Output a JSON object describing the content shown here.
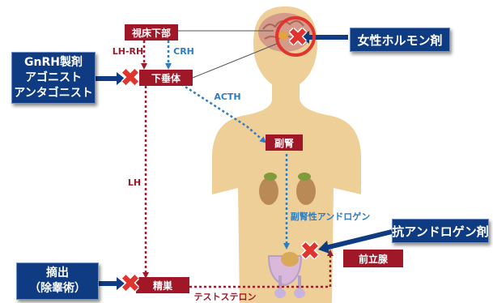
{
  "organs": {
    "hypothalamus": "視床下部",
    "pituitary": "下垂体",
    "adrenal": "副腎",
    "testis": "精巣",
    "prostate": "前立腺"
  },
  "hormones": {
    "lhrh": "LH-RH",
    "crh": "CRH",
    "acth": "ACTH",
    "lh": "LH",
    "adrenal_androgen": "副腎性アンドロゲン",
    "testosterone": "テストステロン"
  },
  "treatments": {
    "female_hormone": "女性ホルモン剤",
    "gnrh_lines": [
      "GnRH製剤",
      "アゴニスト",
      "アンタゴニスト"
    ],
    "antiandrogen": "抗アンドロゲン剤",
    "orchiectomy_lines": [
      "摘出",
      "（除睾術）"
    ]
  },
  "colors": {
    "organ_label": "#a01828",
    "drug_label": "#0f3b82",
    "block_mark": "#e0342f",
    "arrow_red": "#9e1b2c",
    "arrow_blue": "#2f7cc0",
    "body": "#efcf98"
  },
  "icons": {
    "block": "cross-mark-icon"
  }
}
